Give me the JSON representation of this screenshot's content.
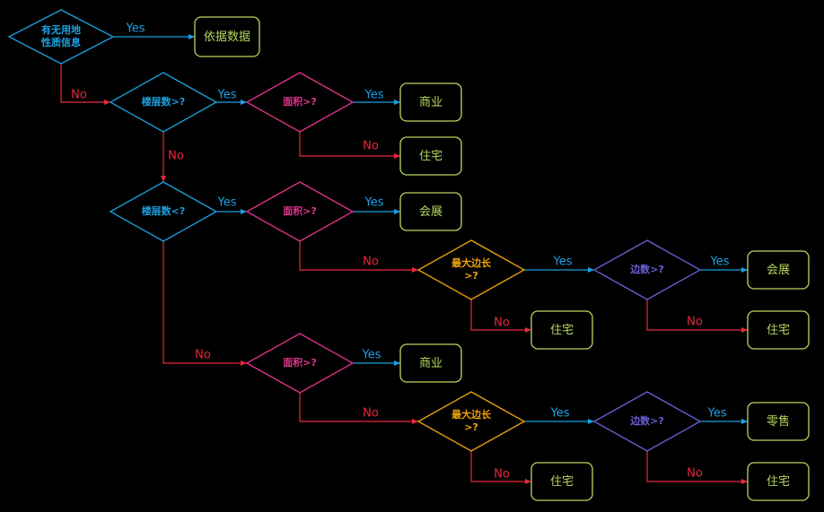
{
  "colors": {
    "background": "#000000",
    "decision_start": "#1ba1e2",
    "decision_floor": "#1ba1e2",
    "decision_area": "#e4338f",
    "decision_edge": "#f0a30a",
    "decision_sides": "#6a5fd8",
    "result": "#b5d65e",
    "yes": "#1ba1e2",
    "no": "#e8283c"
  },
  "nodes": {
    "start": "有无用地\n性质信息",
    "use_data": "依据数据",
    "floors_gt": "楼层数>?",
    "area_1": "面积>?",
    "commerce_1": "商业",
    "residential_1": "住宅",
    "floors_lt": "楼层数<?",
    "area_2": "面积>?",
    "exhibition_1": "会展",
    "max_edge_1": "最大边长\n>?",
    "sides_1": "边数>?",
    "exhibition_2": "会展",
    "residential_2": "住宅",
    "residential_3": "住宅",
    "area_3": "面积>?",
    "commerce_2": "商业",
    "max_edge_2": "最大边长\n>?",
    "sides_2": "边数>?",
    "retail": "零售",
    "residential_4": "住宅",
    "residential_5": "住宅"
  },
  "edge_labels": {
    "yes": "Yes",
    "no": "No"
  }
}
